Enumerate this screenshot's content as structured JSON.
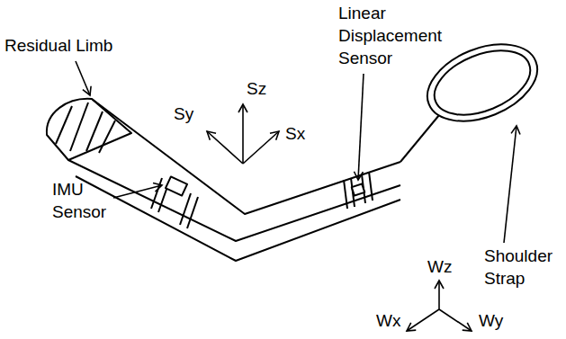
{
  "diagram": {
    "labels": [
      "Residual Limb",
      "Linear Displacement Sensor",
      "Sz",
      "Sy",
      "Sx",
      "IMU Sensor",
      "Shoulder Strap",
      "Wz",
      "Wx",
      "Wy"
    ]
  }
}
